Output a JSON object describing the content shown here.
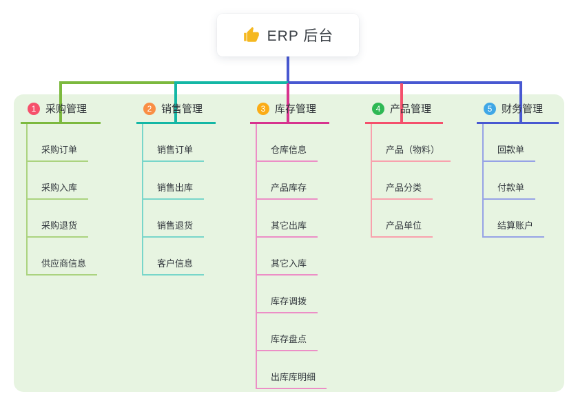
{
  "root": {
    "label": "ERP 后台",
    "icon": "thumbs-up-icon"
  },
  "colors": {
    "panel_bg": "#e7f4e1",
    "trunk": "#4858d1",
    "icon_gold": "#f5b821",
    "text": "#33383e"
  },
  "branches": [
    {
      "num": "1",
      "label": "采购管理",
      "color": "#7cb93e",
      "light": "#abd37f",
      "badge": "#f6506b",
      "children": [
        "采购订单",
        "采购入库",
        "采购退货",
        "供应商信息"
      ]
    },
    {
      "num": "2",
      "label": "销售管理",
      "color": "#14b7a5",
      "light": "#78d6ca",
      "badge": "#f98e44",
      "children": [
        "销售订单",
        "销售出库",
        "销售退货",
        "客户信息"
      ]
    },
    {
      "num": "3",
      "label": "库存管理",
      "color": "#d7338e",
      "light": "#ec8ec6",
      "badge": "#fbac16",
      "children": [
        "仓库信息",
        "产品库存",
        "其它出库",
        "其它入库",
        "库存调拨",
        "库存盘点",
        "出库库明细"
      ]
    },
    {
      "num": "4",
      "label": "产品管理",
      "color": "#f4506c",
      "light": "#f8a1ad",
      "badge": "#2eb854",
      "children": [
        "产品（物料）",
        "产品分类",
        "产品单位"
      ]
    },
    {
      "num": "5",
      "label": "财务管理",
      "color": "#4858d1",
      "light": "#96a2e6",
      "badge": "#3fa7e6",
      "children": [
        "回款单",
        "付款单",
        "结算账户"
      ]
    }
  ]
}
